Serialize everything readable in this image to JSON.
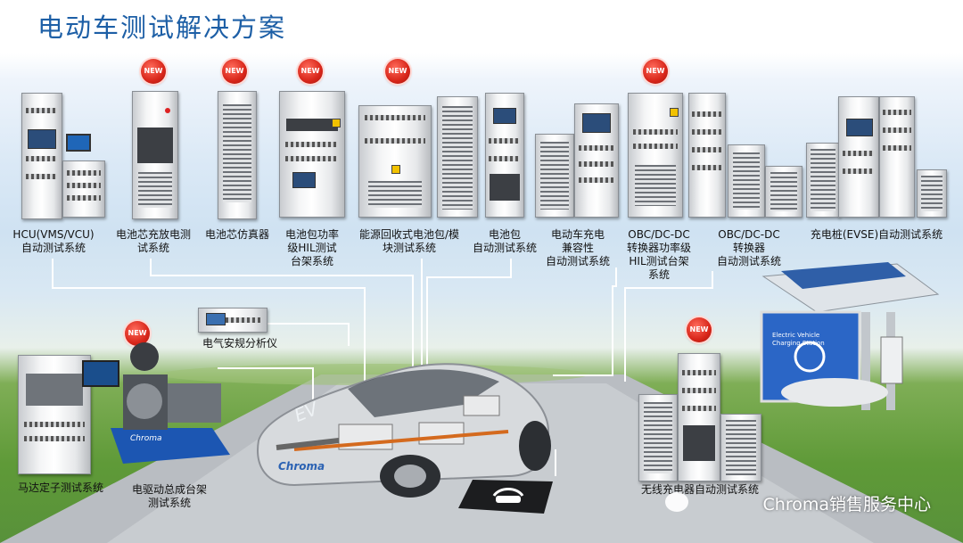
{
  "page": {
    "title": "电动车测试解决方案"
  },
  "badges": {
    "new": "NEW"
  },
  "systems": [
    {
      "label_1": "HCU(VMS/VCU)",
      "label_2": "自动测试系统"
    },
    {
      "label_1": "电池芯充放电测",
      "label_2": "试系统"
    },
    {
      "label_1": "电池芯仿真器"
    },
    {
      "label_1": "电池包功率",
      "label_2": "级HIL测试",
      "label_3": "台架系统"
    },
    {
      "label_1": "能源回收式电池包/模",
      "label_2": "块测试系统"
    },
    {
      "label_1": "电池包",
      "label_2": "自动测试系统"
    },
    {
      "label_1": "电动车充电",
      "label_2": "兼容性",
      "label_3": "自动测试系统"
    },
    {
      "label_1": "OBC/DC-DC",
      "label_2": "转换器功率级",
      "label_3": "HIL测试台架",
      "label_4": "系统"
    },
    {
      "label_1": "OBC/DC-DC",
      "label_2": "转换器",
      "label_3": "自动测试系统"
    },
    {
      "label_1": "充电桩(EVSE)自动测试系统"
    }
  ],
  "bottom_systems": {
    "safety": "电气安规分析仪",
    "stator": "马达定子测试系统",
    "drive_1": "电驱动总成台架",
    "drive_2": "测试系统",
    "wireless": "无线充电器自动测试系统"
  },
  "scene": {
    "car_badge": "EV",
    "car_brand": "Chroma",
    "station_1": "Electric Vehicle",
    "station_2": "Charging Station",
    "dyno_brand": "Chroma"
  },
  "watermark": "Chroma销售服务中心"
}
